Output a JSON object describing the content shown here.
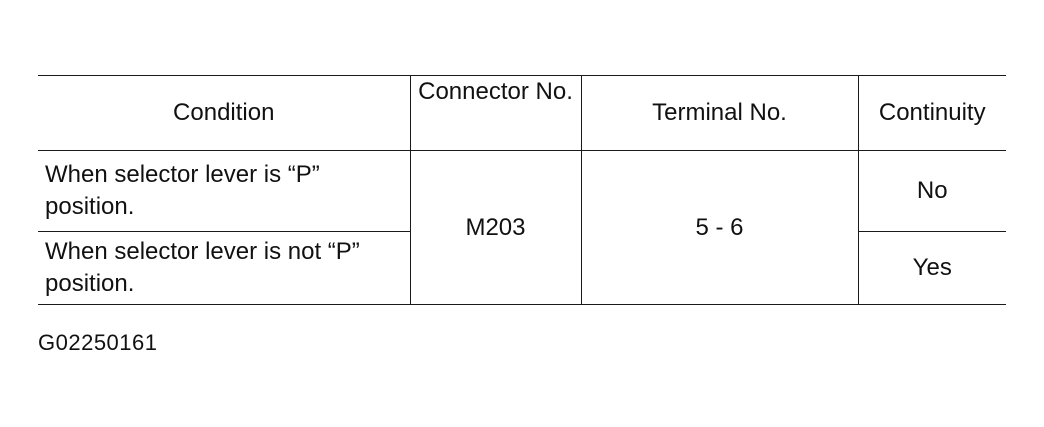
{
  "table": {
    "headers": {
      "condition": "Condition",
      "connector": "Connector No.",
      "terminal": "Terminal No.",
      "continuity": "Continuity"
    },
    "rows": [
      {
        "condition": "When selector lever is “P” position.",
        "connector": "M203",
        "terminal": "5 - 6",
        "continuity": "No"
      },
      {
        "condition": "When selector lever is not “P” position.",
        "connector": "M203",
        "terminal": "5 - 6",
        "continuity": "Yes"
      }
    ]
  },
  "figure_code": "G02250161"
}
